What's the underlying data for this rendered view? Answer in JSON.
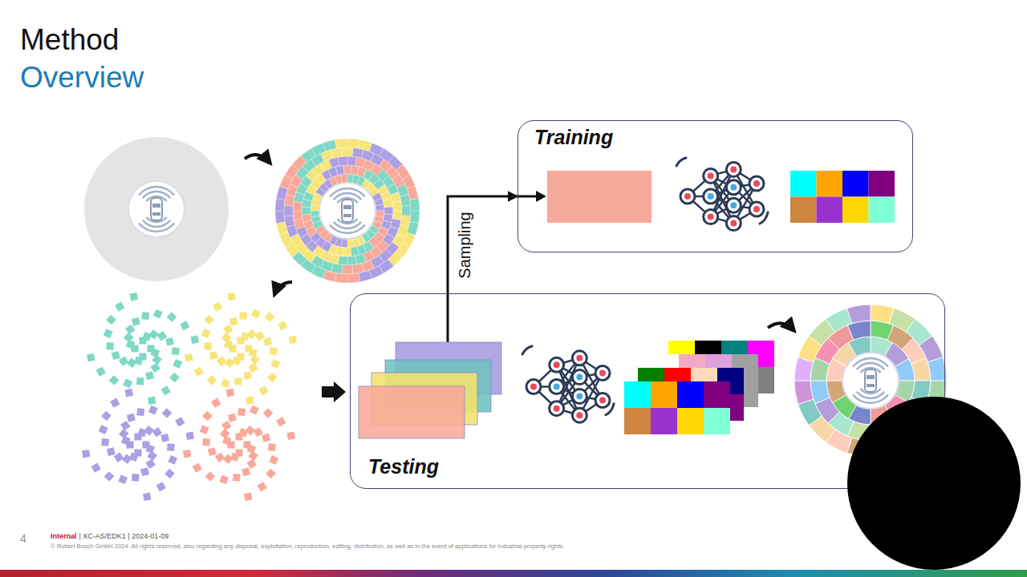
{
  "diagram": {
    "title": "Method",
    "nodes": [
      {
        "text": [
          "Training"
        ]
      },
      {
        "text": [
          "Testing"
        ]
      }
    ],
    "edges": [
      {
        "from": 1,
        "to": 0,
        "arrow": "to",
        "label": "Sampling"
      }
    ],
    "labels": [
      "Overview",
      "4",
      "Internal",
      "| XC-AS/EDK1 | 2024-01-09",
      "© Robert Bosch GmbH 2024. All rights reserved, also regarding any disposal, exploitation, reproduction, editing, distribution, as well as in the event of applications for industrial property rights."
    ]
  }
}
